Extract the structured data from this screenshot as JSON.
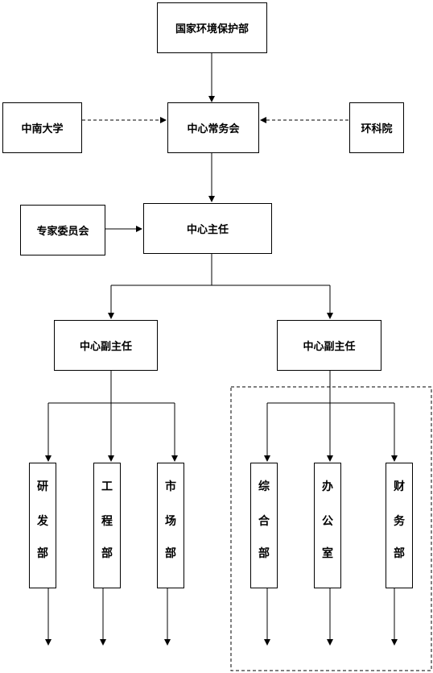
{
  "nodes": {
    "mep": "国家环境保护部",
    "standing_committee": "中心常务会",
    "university": "中南大学",
    "academy": "环科院",
    "experts": "专家委员会",
    "director": "中心主任",
    "deputy_left": "中心副主任",
    "deputy_right": "中心副主任",
    "dept_rd": [
      "研",
      "发",
      "部"
    ],
    "dept_eng": [
      "工",
      "程",
      "部"
    ],
    "dept_market": [
      "市",
      "场",
      "部"
    ],
    "dept_general": [
      "综",
      "合",
      "部"
    ],
    "dept_office": [
      "办",
      "公",
      "室"
    ],
    "dept_finance": [
      "财",
      "务",
      "部"
    ]
  },
  "colors": {
    "line": "#000000",
    "background": "#ffffff"
  }
}
